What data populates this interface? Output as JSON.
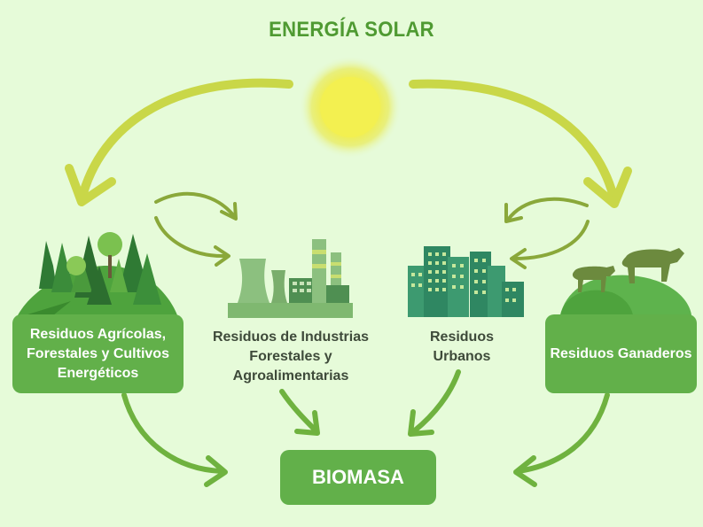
{
  "title": "ENERGÍA SOLAR",
  "sources": {
    "agricolas": "Residuos Agrícolas, Forestales y Cultivos Energéticos",
    "industrias": "Residuos de Industrias Forestales y Agroalimentarias",
    "urbanos": "Residuos Urbanos",
    "ganaderos": "Residuos Ganaderos"
  },
  "result": "BIOMASA",
  "colors": {
    "background": "#e6fbd9",
    "title": "#4f9a32",
    "box": "#62b04a",
    "sun_arrows": "#c6d84a",
    "flow_arrows": "#6fb23f",
    "small_arrows": "#8aa83a"
  },
  "icons": [
    "sun-icon",
    "forest-icon",
    "factory-icon",
    "city-icon",
    "cattle-icon"
  ]
}
